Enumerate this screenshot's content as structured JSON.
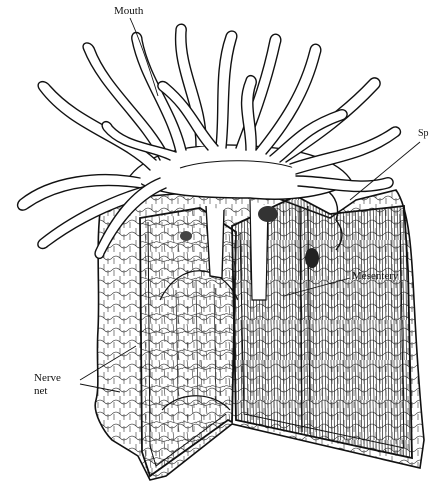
{
  "labels": {
    "mouth": "Mouth",
    "sp": "Sp",
    "mesentery": "Mesentery",
    "nerve_net_line1": "Nerve",
    "nerve_net_line2": "net"
  },
  "colors": {
    "ink": "#111111",
    "paper": "#ffffff",
    "shade": "#e6e6e6"
  }
}
